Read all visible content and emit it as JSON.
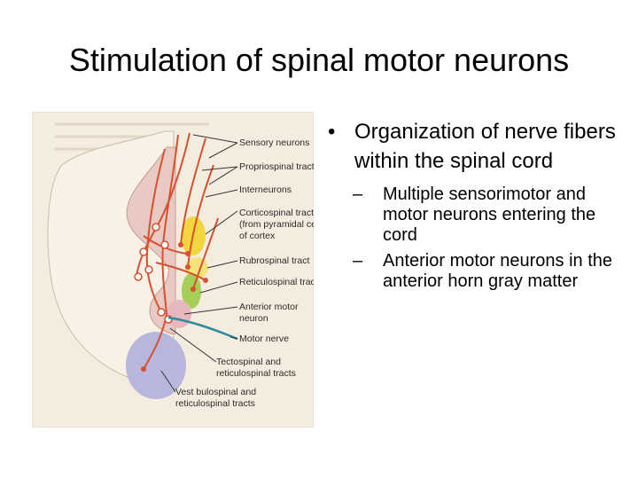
{
  "slide": {
    "title": "Stimulation of spinal motor neurons"
  },
  "bullets": {
    "main": "Organization of nerve fibers within the spinal cord",
    "marker": "•",
    "sub_marker": "–",
    "sub": [
      "Multiple sensorimotor and motor neurons entering the cord",
      "Anterior motor neurons in the anterior horn gray matter"
    ]
  },
  "figure": {
    "labels": {
      "sensory": "Sensory neurons",
      "propriospinal": "Propriospinal tract",
      "interneurons": "Interneurons",
      "cortico_1": "Corticospinal tract",
      "cortico_2": "(from pyramidal cell",
      "cortico_3": "of cortex",
      "rubrospinal": "Rubrospinal tract",
      "reticulospinal": "Reticulospinal tract",
      "anterior_1": "Anterior motor",
      "anterior_2": "neuron",
      "motor_nerve": "Motor nerve",
      "tecto_1": "Tectospinal and",
      "tecto_2": "reticulospinal tracts",
      "vest_1": "Vest bulospinal and",
      "vest_2": "reticulospinal tracts"
    },
    "colors": {
      "paper": "#f4ecdf",
      "gray_matter": "#e9c9c3",
      "white_matter": "#f7f1e6",
      "neuron": "#d9502f",
      "motor_nerve": "#2c8a9c",
      "yellow_tract": "#f2d640",
      "green_tract": "#a7cf57",
      "purple_tract": "#b8b6dc",
      "leader": "#333333"
    }
  }
}
